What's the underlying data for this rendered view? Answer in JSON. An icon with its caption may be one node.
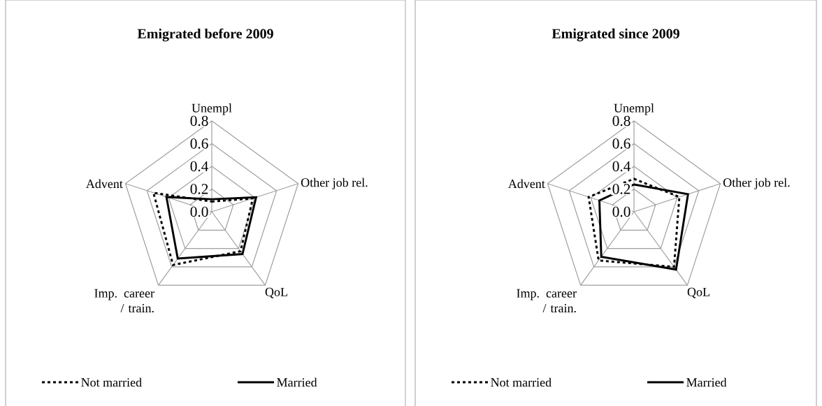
{
  "diagram": {
    "chart_data": [
      {
        "type": "radar",
        "legend": "bottom",
        "title": "Emigrated before 2009",
        "categories": [
          "Unempl",
          "Other job rel.",
          "QoL",
          "Imp. career / train.",
          "Advent"
        ],
        "ylim": [
          0,
          0.8
        ],
        "yticks": [
          {
            "value": 0,
            "label": "0.0"
          },
          {
            "value": 0.2,
            "label": "0.2"
          },
          {
            "value": 0.4,
            "label": "0.4"
          },
          {
            "value": 0.6,
            "label": "0.6"
          },
          {
            "value": 0.8,
            "label": "0.8"
          }
        ],
        "series": [
          {
            "name": "Not married",
            "color": "#000000",
            "values": [
              0.09,
              0.38,
              0.43,
              0.58,
              0.54
            ]
          },
          {
            "name": "Married",
            "color": "#000000",
            "values": [
              0.11,
              0.41,
              0.46,
              0.51,
              0.42
            ]
          }
        ]
      },
      {
        "type": "radar",
        "legend": "bottom",
        "title": "Emigrated since 2009",
        "categories": [
          "Unempl",
          "Other job rel.",
          "QoL",
          "Imp. career / train.",
          "Advent"
        ],
        "ylim": [
          0,
          0.8
        ],
        "yticks": [
          {
            "value": 0,
            "label": "0.0"
          },
          {
            "value": 0.2,
            "label": "0.2"
          },
          {
            "value": 0.4,
            "label": "0.4"
          },
          {
            "value": 0.6,
            "label": "0.6"
          },
          {
            "value": 0.8,
            "label": "0.8"
          }
        ],
        "series": [
          {
            "name": "Not married",
            "color": "#000000",
            "values": [
              0.29,
              0.42,
              0.6,
              0.53,
              0.42
            ]
          },
          {
            "name": "Married",
            "color": "#000000",
            "values": [
              0.24,
              0.5,
              0.63,
              0.49,
              0.32
            ]
          }
        ]
      }
    ]
  }
}
